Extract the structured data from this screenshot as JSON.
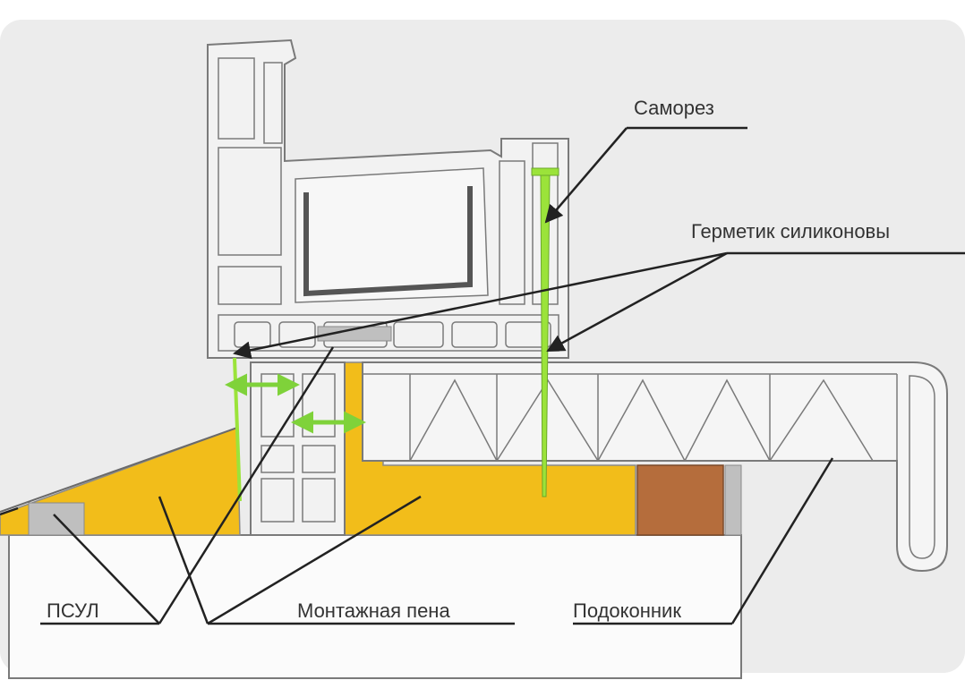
{
  "labels": {
    "screw": "Саморез",
    "sealant": "Герметик силиконовы",
    "psul": "ПСУЛ",
    "foam": "Монтажная пена",
    "sill": "Подоконник"
  },
  "colors": {
    "foam": "#F2BD1A",
    "psul_tape": "#BFBFBF",
    "wood_block": "#B56D3C",
    "sealant_green": "#9BE33A",
    "arrow_green": "#7FD23A",
    "profile_fill": "#F2F2F2",
    "outline": "#7A7A7A",
    "leader": "#222222"
  }
}
